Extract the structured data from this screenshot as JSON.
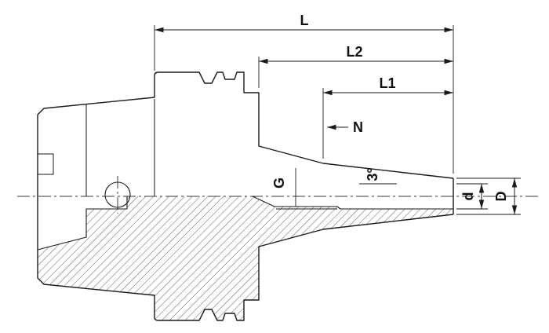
{
  "drawing": {
    "labels": {
      "total_length": "L",
      "length_l2": "L2",
      "length_l1": "L1",
      "nose_marker": "N",
      "thread": "G",
      "taper_angle": "3°",
      "bore_diameter": "d",
      "outer_diameter": "D"
    },
    "colors": {
      "line": "#1a1a1a",
      "hatch": "#4b4b4b",
      "centerline": "#3a3a3a",
      "background": "#ffffff"
    }
  }
}
